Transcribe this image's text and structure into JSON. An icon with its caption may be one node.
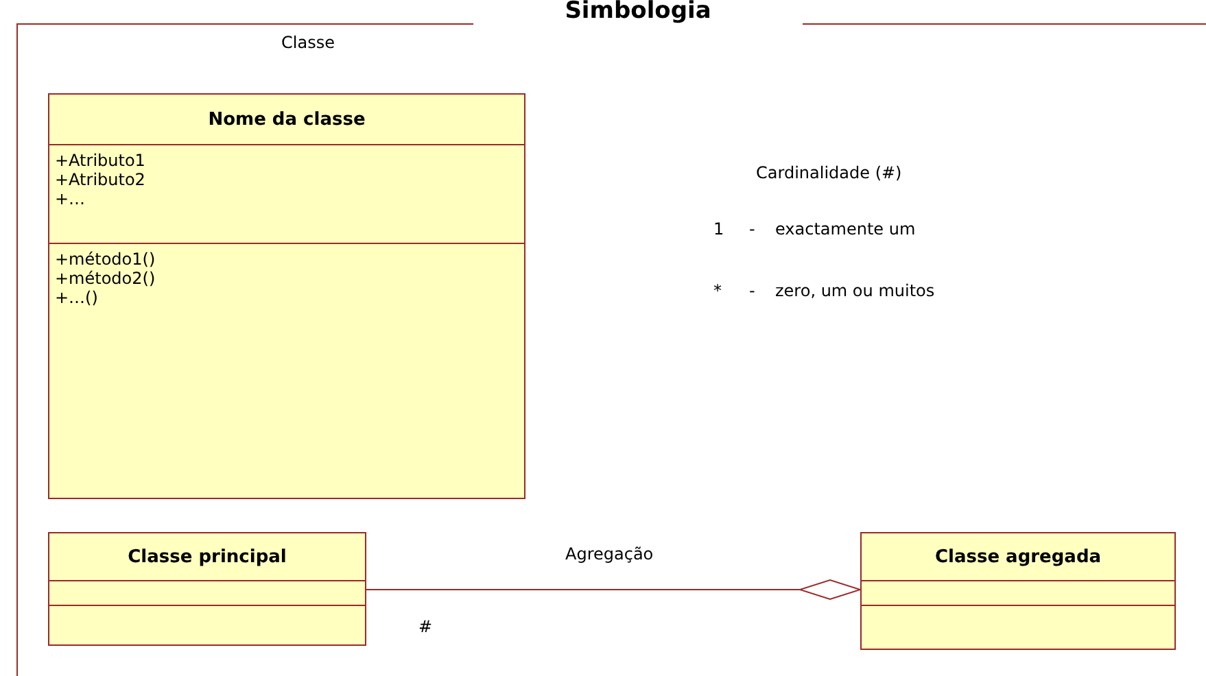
{
  "diagram": {
    "title": "Simbologia",
    "nodes": [
      {
        "text": [
          "Nome da classe",
          "+Atributo1 +Atributo2 +…",
          "+método1() +método2() +…()"
        ]
      },
      {
        "text": [
          "Classe principal"
        ]
      },
      {
        "text": [
          "Classe agregada"
        ]
      }
    ],
    "edges": [
      {
        "from": 1,
        "to": 2,
        "arrow": "other",
        "label": "Agregação"
      }
    ],
    "labels": [
      "Classe",
      "Cardinalidade (#)",
      "1",
      "-",
      "exactamente um",
      "*",
      "-",
      "zero, um ou muitos",
      "#"
    ]
  }
}
